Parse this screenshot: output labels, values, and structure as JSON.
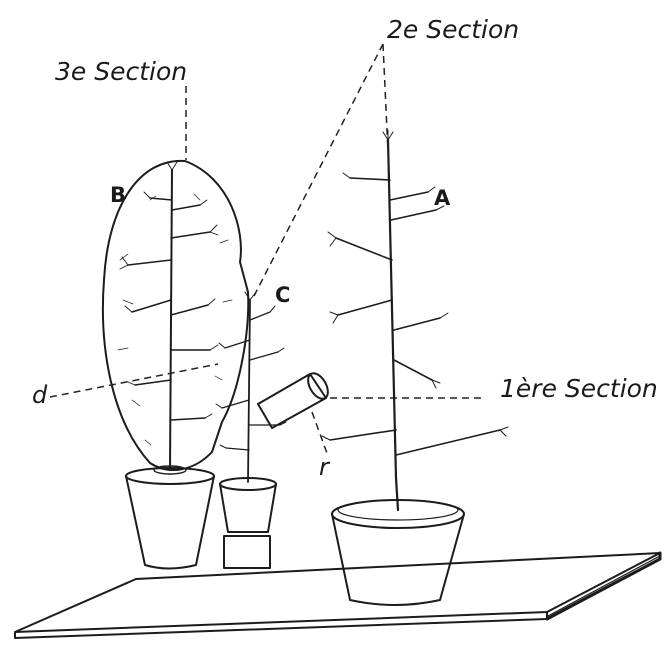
{
  "labels": {
    "section1": "1ère Section",
    "section2": "2e Section",
    "section3": "3e Section",
    "plant_a": "A",
    "plant_b": "B",
    "plant_c": "C",
    "d": "d",
    "r": "r"
  }
}
